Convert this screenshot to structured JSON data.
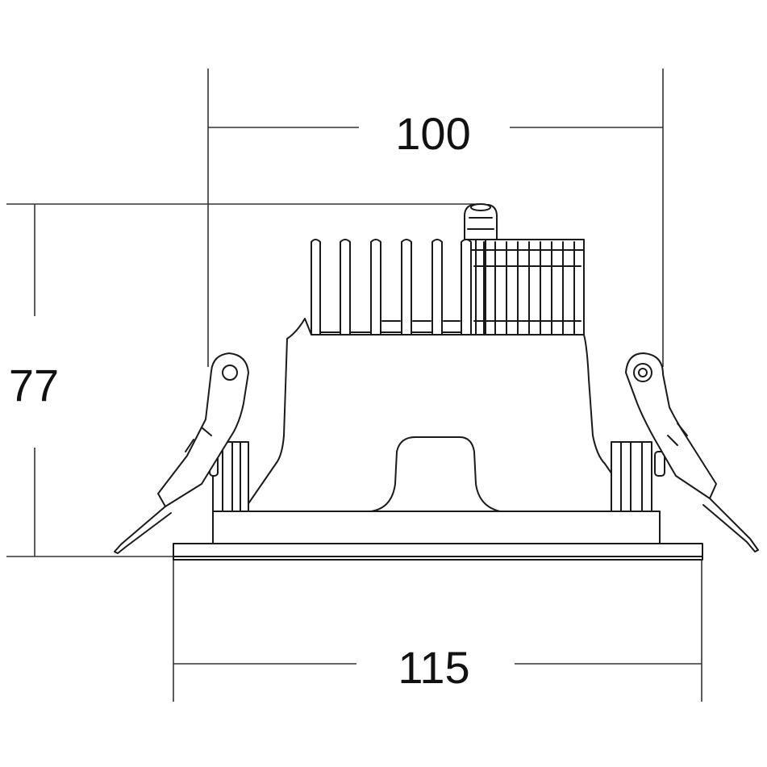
{
  "dimensions": {
    "top_width": "100",
    "height": "77",
    "bottom_width": "115"
  },
  "colors": {
    "line": "#1a1a1a",
    "background": "#ffffff"
  }
}
